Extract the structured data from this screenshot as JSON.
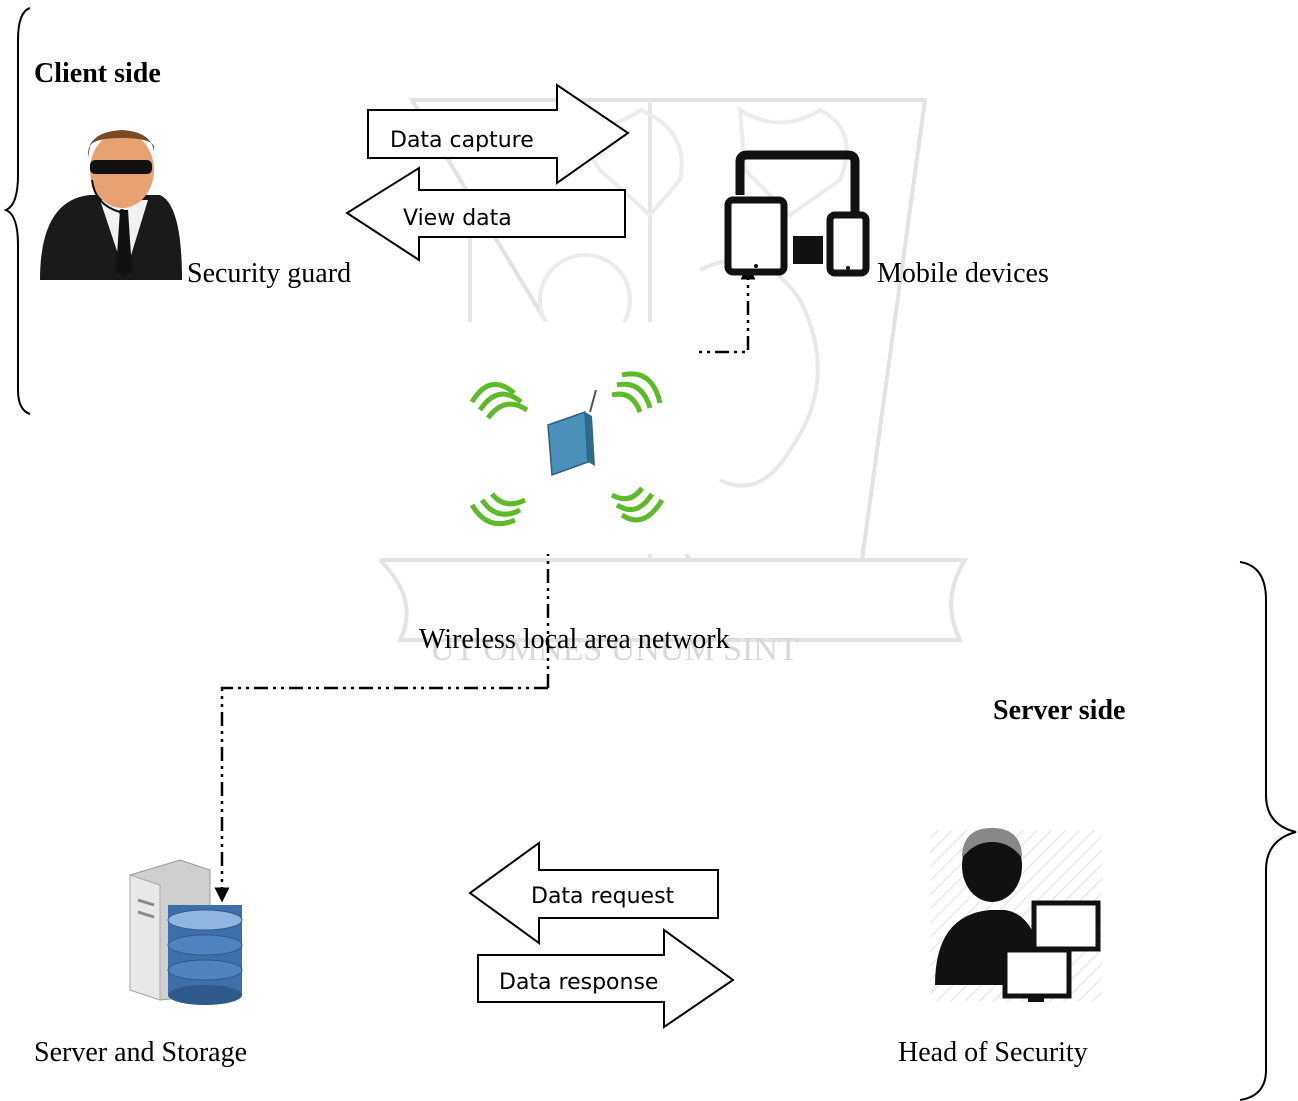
{
  "client": {
    "title": "Client side"
  },
  "server": {
    "title": "Server side"
  },
  "nodes": {
    "security_guard": "Security guard",
    "mobile_devices": "Mobile devices",
    "wlan": "Wireless local area network",
    "server_storage": "Server and Storage",
    "head_security": "Head of Security"
  },
  "arrows": {
    "data_capture": "Data capture",
    "view_data": "View data",
    "data_request": "Data request",
    "data_response": "Data response"
  },
  "watermark": {
    "motto": "UT OMNES UNUM SINT"
  },
  "colors": {
    "wifi_green": "#5dbb2a",
    "router_blue": "#4a90b8",
    "db_blue": "#3f6fa8",
    "watermark_gray": "#d8d8d8"
  }
}
